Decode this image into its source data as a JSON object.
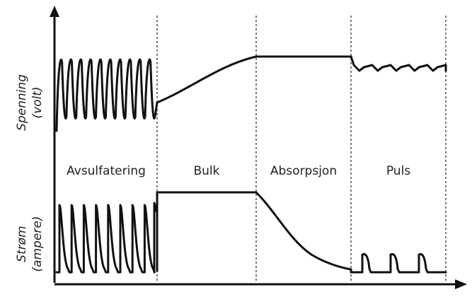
{
  "axes": {
    "voltage_label_line1": "Spenning",
    "voltage_label_line2": "(volt)",
    "current_label_line1": "Strøm",
    "current_label_line2": "(ampere)"
  },
  "stages": [
    {
      "label": "Avsulfatering"
    },
    {
      "label": "Bulk"
    },
    {
      "label": "Absorpsjon"
    },
    {
      "label": "Puls"
    }
  ],
  "colors": {
    "line": "#111111",
    "divider": "#333333",
    "background": "#ffffff"
  }
}
